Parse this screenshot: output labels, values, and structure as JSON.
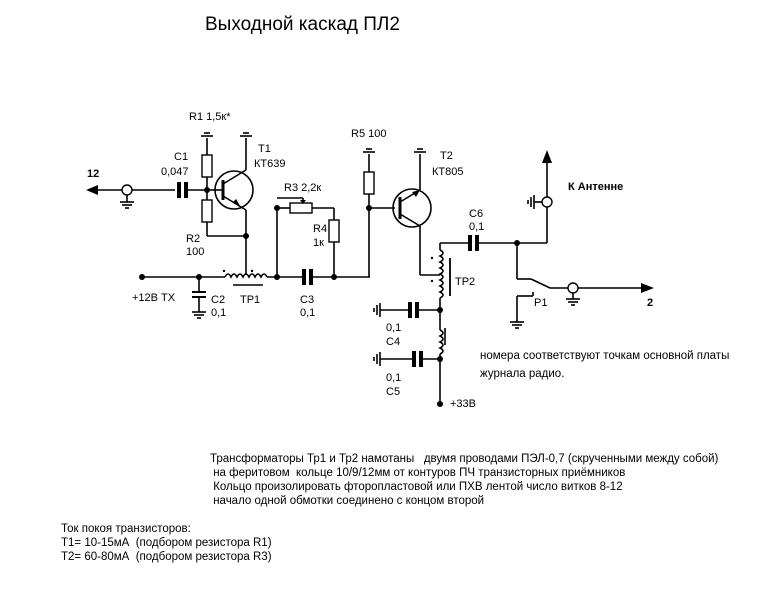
{
  "title": "Выходной каскад ПЛ2",
  "components": {
    "r1": "R1 1,5к*",
    "c1_name": "C1",
    "c1_value": "0,047",
    "r2_name": "R2",
    "r2_value": "100",
    "t1_name": "T1",
    "t1_type": "КТ639",
    "r3": "R3  2,2к",
    "r4_name": "R4",
    "r4_value": "1к",
    "r5": "R5  100",
    "t2_name": "T2",
    "t2_type": "КТ805",
    "c6_name": "C6",
    "c6_value": "0,1",
    "c2_name": "C2",
    "c2_value": "0,1",
    "tr1": "TP1",
    "c3_name": "C3",
    "c3_value": "0,1",
    "tr2": "TP2",
    "c4_value": "0,1",
    "c4_name": "C4",
    "c5_value": "0,1",
    "c5_name": "C5",
    "relay": "P1"
  },
  "terminals": {
    "input": "12",
    "output": "2",
    "supply_12": "+12В ТХ",
    "supply_33": "+33В",
    "antenna": "К Антенне"
  },
  "notes": {
    "board_note": [
      "номера соответствуют точкам основной платы",
      "журнала радио."
    ],
    "transformer_note": [
      "Трансформаторы Тр1 и Тр2 намотаны   двумя проводами ПЭЛ-0,7 (скрученными между собой)",
      " на феритовом  кольце 10/9/12мм от контуров ПЧ транзисторных приёмников",
      " Кольцо произолировать фторопластовой или ПХВ лентой число витков 8-12",
      " начало одной обмотки соединено с концом второй"
    ],
    "quiescent_note": [
      "Ток покоя транзисторов:",
      "T1= 10-15мА  (подбором резистора R1)",
      "T2= 60-80мА  (подбором резистора R3)"
    ]
  }
}
